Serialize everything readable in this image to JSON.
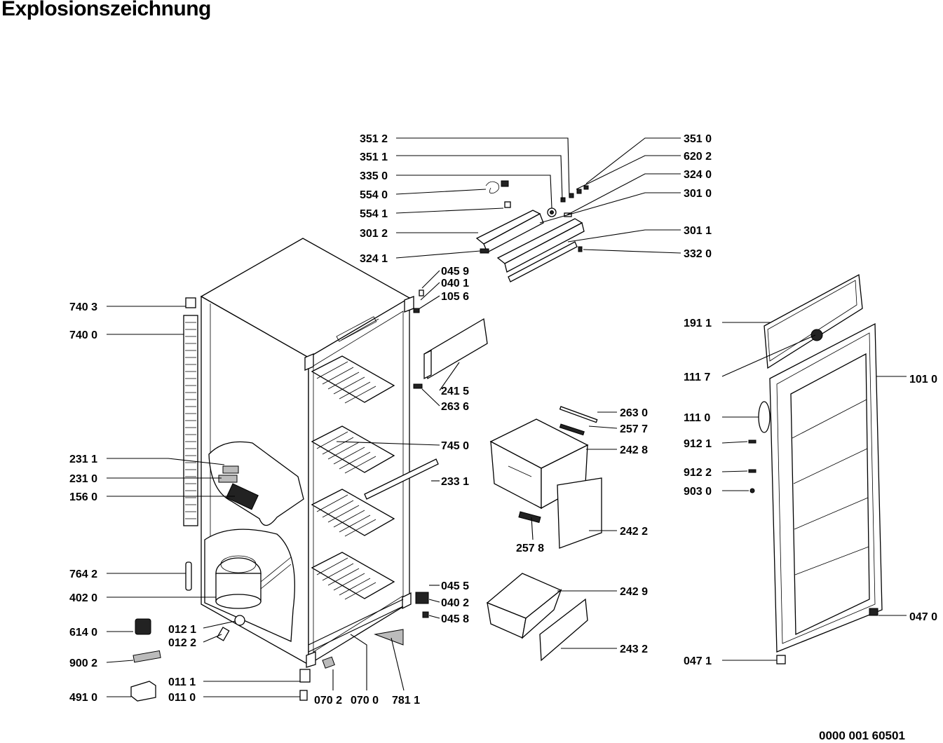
{
  "title": "Explosionszeichnung",
  "document_number": "0000 001 60501",
  "parts": [
    {
      "name": "part-351-2",
      "label": "351 2"
    },
    {
      "name": "part-351-1",
      "label": "351 1"
    },
    {
      "name": "part-335-0",
      "label": "335 0"
    },
    {
      "name": "part-554-0",
      "label": "554 0"
    },
    {
      "name": "part-554-1",
      "label": "554 1"
    },
    {
      "name": "part-301-2",
      "label": "301 2"
    },
    {
      "name": "part-324-1",
      "label": "324 1"
    },
    {
      "name": "part-351-0",
      "label": "351 0"
    },
    {
      "name": "part-620-2",
      "label": "620 2"
    },
    {
      "name": "part-324-0",
      "label": "324 0"
    },
    {
      "name": "part-301-0",
      "label": "301 0"
    },
    {
      "name": "part-301-1",
      "label": "301 1"
    },
    {
      "name": "part-332-0",
      "label": "332 0"
    },
    {
      "name": "part-045-9",
      "label": "045 9"
    },
    {
      "name": "part-040-1",
      "label": "040 1"
    },
    {
      "name": "part-105-6",
      "label": "105 6"
    },
    {
      "name": "part-740-3",
      "label": "740 3"
    },
    {
      "name": "part-740-0",
      "label": "740 0"
    },
    {
      "name": "part-241-5",
      "label": "241 5"
    },
    {
      "name": "part-263-6",
      "label": "263 6"
    },
    {
      "name": "part-191-1",
      "label": "191 1"
    },
    {
      "name": "part-111-7",
      "label": "111 7"
    },
    {
      "name": "part-101-0",
      "label": "101 0"
    },
    {
      "name": "part-263-0",
      "label": "263 0"
    },
    {
      "name": "part-257-7",
      "label": "257 7"
    },
    {
      "name": "part-111-0",
      "label": "111 0"
    },
    {
      "name": "part-242-8",
      "label": "242 8"
    },
    {
      "name": "part-745-0",
      "label": "745 0"
    },
    {
      "name": "part-912-1",
      "label": "912 1"
    },
    {
      "name": "part-231-1",
      "label": "231 1"
    },
    {
      "name": "part-231-0",
      "label": "231 0"
    },
    {
      "name": "part-233-1",
      "label": "233 1"
    },
    {
      "name": "part-912-2",
      "label": "912 2"
    },
    {
      "name": "part-156-0",
      "label": "156 0"
    },
    {
      "name": "part-903-0",
      "label": "903 0"
    },
    {
      "name": "part-242-2",
      "label": "242 2"
    },
    {
      "name": "part-257-8",
      "label": "257 8"
    },
    {
      "name": "part-764-2",
      "label": "764 2"
    },
    {
      "name": "part-045-5",
      "label": "045 5"
    },
    {
      "name": "part-242-9",
      "label": "242 9"
    },
    {
      "name": "part-402-0",
      "label": "402 0"
    },
    {
      "name": "part-040-2",
      "label": "040 2"
    },
    {
      "name": "part-045-8",
      "label": "045 8"
    },
    {
      "name": "part-047-0",
      "label": "047 0"
    },
    {
      "name": "part-614-0",
      "label": "614 0"
    },
    {
      "name": "part-012-1",
      "label": "012 1"
    },
    {
      "name": "part-012-2",
      "label": "012 2"
    },
    {
      "name": "part-243-2",
      "label": "243 2"
    },
    {
      "name": "part-900-2",
      "label": "900 2"
    },
    {
      "name": "part-047-1",
      "label": "047 1"
    },
    {
      "name": "part-011-1",
      "label": "011 1"
    },
    {
      "name": "part-491-0",
      "label": "491 0"
    },
    {
      "name": "part-011-0",
      "label": "011 0"
    },
    {
      "name": "part-070-2",
      "label": "070 2"
    },
    {
      "name": "part-070-0",
      "label": "070 0"
    },
    {
      "name": "part-781-1",
      "label": "781 1"
    }
  ]
}
